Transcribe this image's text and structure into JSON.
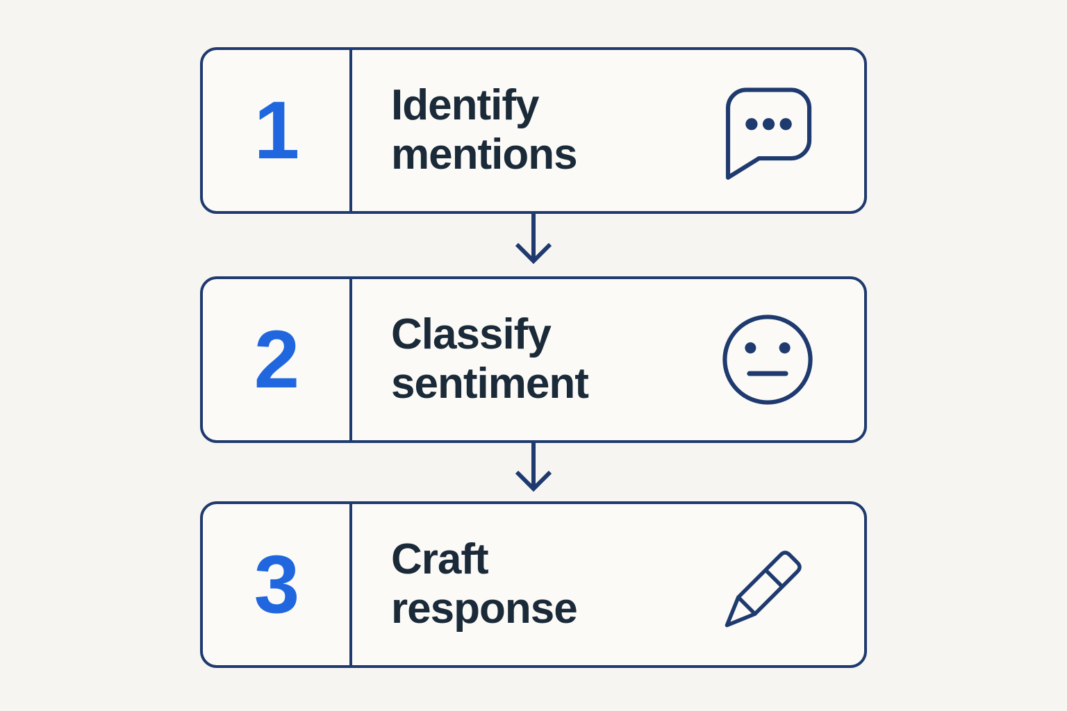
{
  "diagram": {
    "name": "three-step-process",
    "steps": [
      {
        "number": "1",
        "title_line1": "Identify",
        "title_line2": "mentions",
        "icon": "speech-bubble-icon"
      },
      {
        "number": "2",
        "title_line1": "Classify",
        "title_line2": "sentiment",
        "icon": "neutral-face-icon"
      },
      {
        "number": "3",
        "title_line1": "Craft",
        "title_line2": "response",
        "icon": "pencil-icon"
      }
    ],
    "connectors": [
      {
        "type": "arrow-down",
        "from": "step-1",
        "to": "step-2"
      },
      {
        "type": "arrow-down",
        "from": "step-2",
        "to": "step-3"
      }
    ]
  },
  "colors": {
    "background": "#f7f5f1",
    "box_fill": "#fbfaf7",
    "outline_navy": "#1e3a6e",
    "number_blue": "#2067df",
    "title_text": "#1b2a38"
  }
}
